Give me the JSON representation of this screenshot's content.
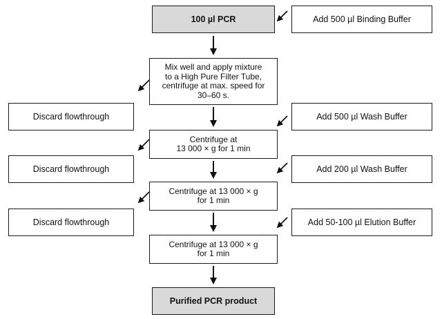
{
  "diagram": {
    "start": "100 µl PCR",
    "end": "Purified PCR product",
    "steps": [
      "Mix well and apply mixture\nto a High Pure Filter Tube,\ncentrifuge at max. speed for\n30–60 s.",
      "Centrifuge at\n13 000 × g for 1 min",
      "Centrifuge at 13 000 × g\nfor 1 min",
      "Centrifuge at 13 000 × g\nfor 1 min"
    ],
    "additions": [
      "Add 500 µl Binding Buffer",
      "Add 500 µl Wash Buffer",
      "Add 200 µl Wash Buffer",
      "Add 50-100 µl Elution Buffer"
    ],
    "discards": [
      "Discard flowthrough",
      "Discard flowthrough",
      "Discard flowthrough"
    ]
  }
}
